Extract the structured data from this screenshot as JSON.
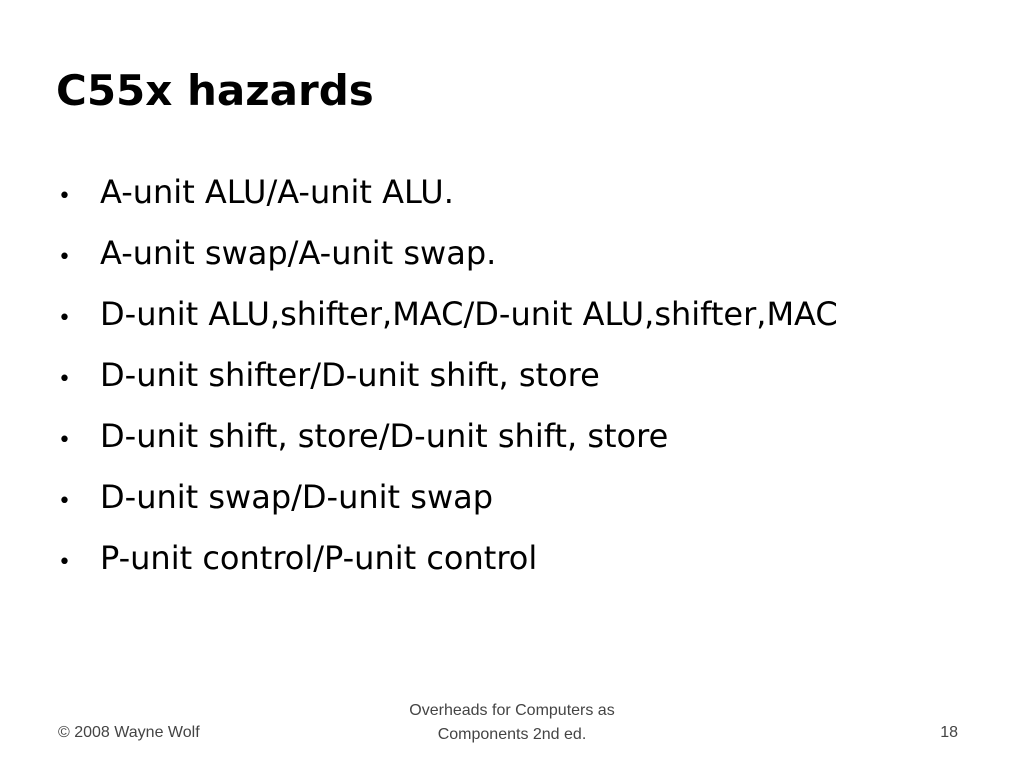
{
  "slide": {
    "title": "C55x hazards",
    "bullet_symbol": "•",
    "bullets": [
      "A-unit ALU/A-unit ALU.",
      "A-unit swap/A-unit swap.",
      "D-unit ALU,shifter,MAC/D-unit ALU,shifter,MAC",
      "D-unit shifter/D-unit shift, store",
      "D-unit shift, store/D-unit shift, store",
      "D-unit swap/D-unit swap",
      "P-unit control/P-unit control"
    ]
  },
  "footer": {
    "copyright": "© 2008 Wayne Wolf",
    "center_line1": "Overheads for Computers as",
    "center_line2": "Components 2nd ed.",
    "page_number": "18"
  },
  "colors": {
    "background": "#ffffff",
    "text": "#000000",
    "footer_text": "#444444"
  }
}
